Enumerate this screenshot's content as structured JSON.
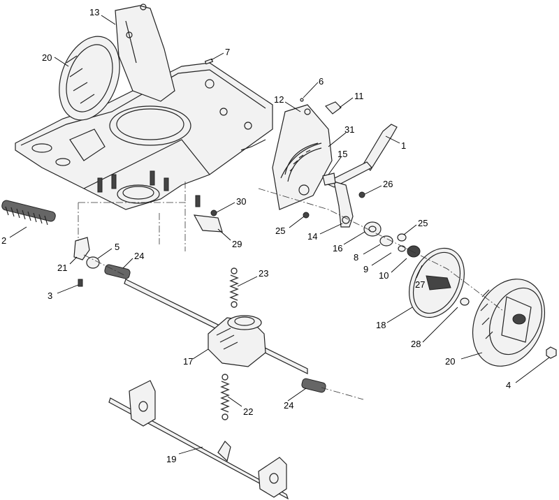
{
  "callouts": [
    {
      "id": "c13",
      "label": "13"
    },
    {
      "id": "c20a",
      "label": "20"
    },
    {
      "id": "c7",
      "label": "7"
    },
    {
      "id": "c6",
      "label": "6"
    },
    {
      "id": "c11",
      "label": "11"
    },
    {
      "id": "c12",
      "label": "12"
    },
    {
      "id": "c31",
      "label": "31"
    },
    {
      "id": "c1",
      "label": "1"
    },
    {
      "id": "c15",
      "label": "15"
    },
    {
      "id": "c26",
      "label": "26"
    },
    {
      "id": "c2",
      "label": "2"
    },
    {
      "id": "c30",
      "label": "30"
    },
    {
      "id": "c25a",
      "label": "25"
    },
    {
      "id": "c25b",
      "label": "25"
    },
    {
      "id": "c14",
      "label": "14"
    },
    {
      "id": "c16",
      "label": "16"
    },
    {
      "id": "c29",
      "label": "29"
    },
    {
      "id": "c5",
      "label": "5"
    },
    {
      "id": "c21",
      "label": "21"
    },
    {
      "id": "c24a",
      "label": "24"
    },
    {
      "id": "c8",
      "label": "8"
    },
    {
      "id": "c9",
      "label": "9"
    },
    {
      "id": "c10",
      "label": "10"
    },
    {
      "id": "c27",
      "label": "27"
    },
    {
      "id": "c3",
      "label": "3"
    },
    {
      "id": "c23",
      "label": "23"
    },
    {
      "id": "c18",
      "label": "18"
    },
    {
      "id": "c28",
      "label": "28"
    },
    {
      "id": "c17",
      "label": "17"
    },
    {
      "id": "c20b",
      "label": "20"
    },
    {
      "id": "c4",
      "label": "4"
    },
    {
      "id": "c22",
      "label": "22"
    },
    {
      "id": "c24b",
      "label": "24"
    },
    {
      "id": "c19",
      "label": "19"
    }
  ]
}
